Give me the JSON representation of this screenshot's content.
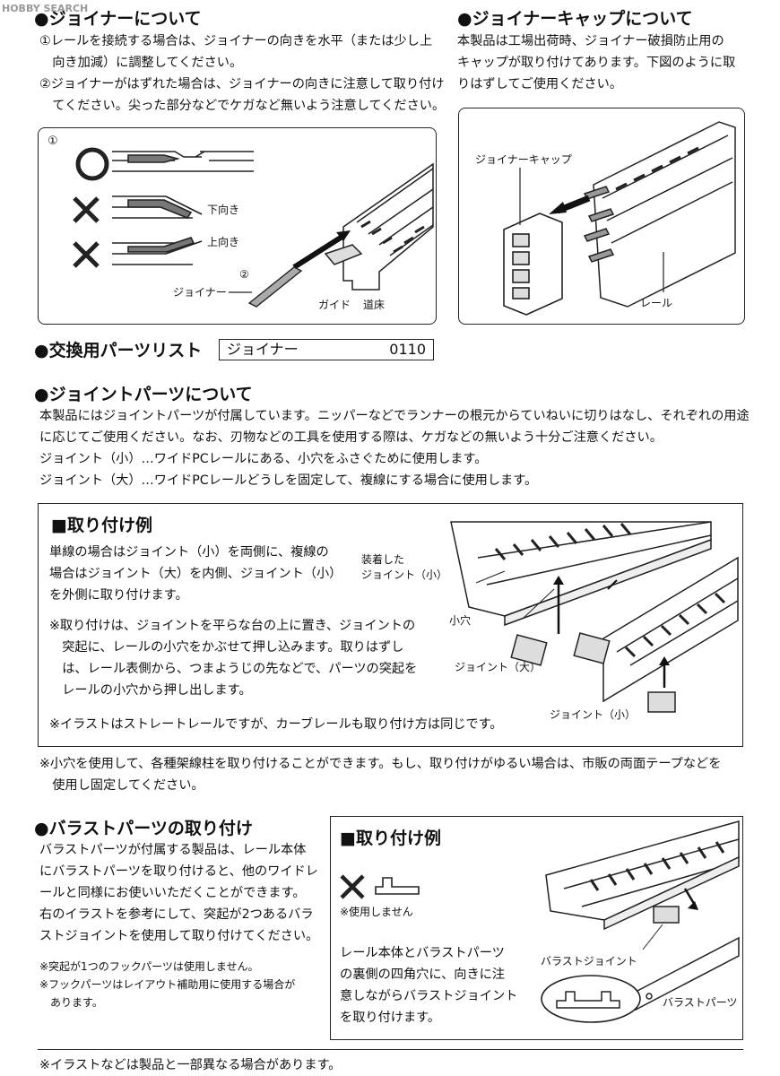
{
  "watermark": "HOBBY SEARCH",
  "joiner": {
    "heading": "●ジョイナーについて",
    "p1a": "①レールを接続する場合は、ジョイナーの向きを水平（または少し上",
    "p1b": "　向き加減）に調整してください。",
    "p2a": "②ジョイナーがはずれた場合は、ジョイナーの向きに注意して取り付け",
    "p2b": "　てください。尖った部分などでケガなど無いよう注意してください。",
    "fig": {
      "num1": "①",
      "num2": "②",
      "down": "下向き",
      "up": "上向き",
      "joiner": "ジョイナー",
      "guide": "ガイド",
      "bed": "道床"
    }
  },
  "cap": {
    "heading": "●ジョイナーキャップについて",
    "l1": "本製品は工場出荷時、ジョイナー破損防止用の",
    "l2": "キャップが取り付けてあります。下図のように取",
    "l3": "りはずしてご使用ください。",
    "fig": {
      "cap": "ジョイナーキャップ",
      "rail": "レール"
    }
  },
  "parts_list": {
    "heading": "●交換用パーツリスト",
    "item": "ジョイナー",
    "code": "0110"
  },
  "joint": {
    "heading": "●ジョイントパーツについて",
    "l1": "本製品にはジョイントパーツが付属しています。ニッパーなどでランナーの根元からていねいに切りはなし、それぞれの用途",
    "l2": "に応じてご使用ください。なお、刃物などの工具を使用する際は、ケガなどの無いよう十分ご注意ください。",
    "l3": "ジョイント（小）…ワイドPCレールにある、小穴をふさぐために使用します。",
    "l4": "ジョイント（大）…ワイドPCレールどうしを固定して、複線にする場合に使用します。"
  },
  "example": {
    "heading": "■取り付け例",
    "l1": "単線の場合はジョイント（小）を両側に、複線の",
    "l2": "場合はジョイント（大）を内側、ジョイント（小）",
    "l3": "を外側に取り付けます。",
    "n1": "※取り付けは、ジョイントを平らな台の上に置き、ジョイントの",
    "n2": "　突起に、レールの小穴をかぶせて押し込みます。取りはずし",
    "n3": "　は、レール表側から、つまようじの先などで、パーツの突起を",
    "n4": "　レールの小穴から押し出します。",
    "n5": "※イラストはストレートレールですが、カーブレールも取り付け方は同じです。",
    "fig": {
      "mounted1": "装着した",
      "mounted2": "ジョイント（小）",
      "hole": "小穴",
      "large": "ジョイント（大）",
      "small": "ジョイント（小）"
    }
  },
  "pole_note": {
    "l1": "※小穴を使用して、各種架線柱を取り付けることができます。もし、取り付けがゆるい場合は、市販の両面テープなどを",
    "l2": "　使用し固定してください。"
  },
  "ballast": {
    "heading": "●バラストパーツの取り付け",
    "l1": "バラストパーツが付属する製品は、レール本体",
    "l2": "にバラストパーツを取り付けると、他のワイドレ",
    "l3": "ールと同様にお使いいただくことができます。",
    "l4": "右のイラストを参考にして、突起が2つあるバラ",
    "l5": "ストジョイントを使用して取り付けてください。",
    "n1": "※突起が1つのフックパーツは使用しません。",
    "n2": "※フックパーツはレイアウト補助用に使用する場合が",
    "n3": "　あります。"
  },
  "example2": {
    "heading": "■取り付け例",
    "unused": "※使用しません",
    "l1": "レール本体とバラストパーツ",
    "l2": "の裏側の四角穴に、向きに注",
    "l3": "意しながらバラストジョイント",
    "l4": "を取り付けます。",
    "fig": {
      "joint": "バラストジョイント",
      "parts": "バラストパーツ"
    }
  },
  "footer": "※イラストなどは製品と一部異なる場合があります。"
}
